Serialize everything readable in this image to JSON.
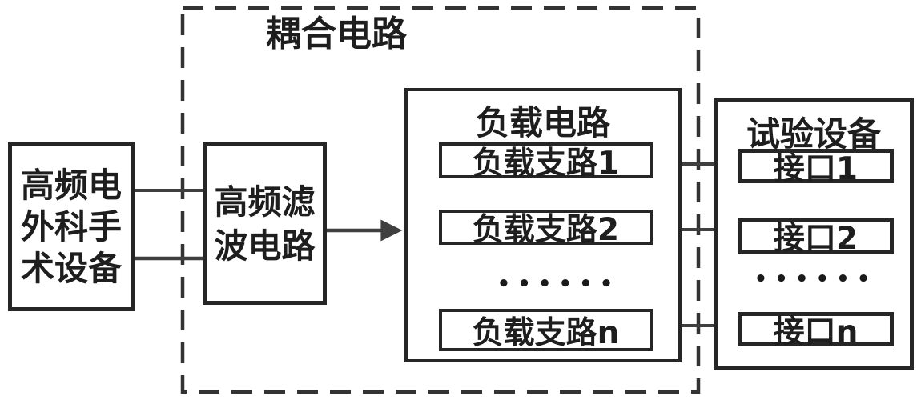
{
  "figure": {
    "background": "#ffffff",
    "box_stroke": "#262626",
    "wire_stroke": "#3f3f3f",
    "dash_stroke": "#333333"
  },
  "source_device": {
    "label": "高频电外科手术设备",
    "lines": [
      "高频电",
      "外科手",
      "术设备"
    ]
  },
  "coupling_circuit": {
    "label": "耦合电路",
    "filter": {
      "label": "高频滤波电路",
      "lines": [
        "高频滤",
        "波电路"
      ]
    },
    "load_circuit": {
      "title": "负载电路",
      "branches": [
        "负载支路1",
        "负载支路2",
        "负载支路n"
      ],
      "ellipsis": "••••••"
    }
  },
  "test_equipment": {
    "title": "试验设备",
    "ports": [
      "接口1",
      "接口2",
      "接口n"
    ],
    "ellipsis": "••••••"
  }
}
